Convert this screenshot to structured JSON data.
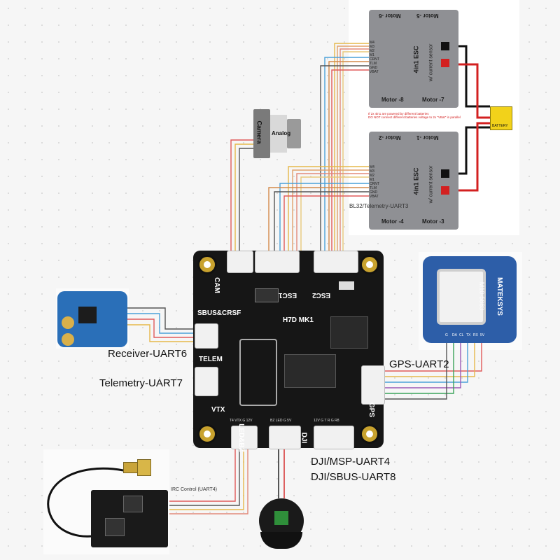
{
  "esc_top": {
    "motor_a": "Motor -5",
    "motor_b": "Motor -6",
    "motor_c": "Motor -8",
    "motor_d": "Motor -7",
    "model": "4in1 ESC",
    "note": "w/ current sensor"
  },
  "esc_bottom": {
    "motor_a": "Motor -2",
    "motor_b": "Motor -1",
    "motor_c": "Motor -4",
    "motor_d": "Motor -3",
    "model": "4in1 ESC",
    "note": "w/ current sensor"
  },
  "esc_pins": [
    "M4",
    "M3",
    "M2",
    "M1",
    "CRNT",
    "TLM",
    "GND",
    "VBAT"
  ],
  "battery_label": "BATTERY",
  "warning_lines": [
    "If 2x 4in1 are powered by different batteries",
    "DO NOT connect different batteries voltage to 2x \"VBat\" in parallel"
  ],
  "esc_telemetry_label": "BL32/Telemetry-UART3",
  "camera": {
    "label": "Camera",
    "type": "Analog"
  },
  "fc": {
    "name": "H7D MK1",
    "cam": "CAM",
    "sbus_crsf": "SBUS&CRSF",
    "telem": "TELEM",
    "vtx": "VTX",
    "gps": "GPS",
    "esc1": "ESC1",
    "esc2": "ESC2",
    "led_bz": "LED&BZ",
    "dji": "DJI",
    "vtx_pins": "T4 VTX G 12V",
    "led_pins": "BZ LED G 5V",
    "dji_pins": "12V G T R G R8"
  },
  "gps_module": {
    "brand": "MATEKSYS",
    "model": "M10-5883",
    "pins": [
      "G",
      "DA",
      "CL",
      "TX",
      "RX",
      "5V"
    ]
  },
  "labels": {
    "receiver": "Receiver-UART6",
    "telemetry": "Telemetry-UART7",
    "gps": "GPS-UART2",
    "dji_msp": "DJI/MSP-UART4",
    "dji_sbus": "DJI/SBUS-UART8",
    "irc": "IRC Control (UART4)"
  }
}
